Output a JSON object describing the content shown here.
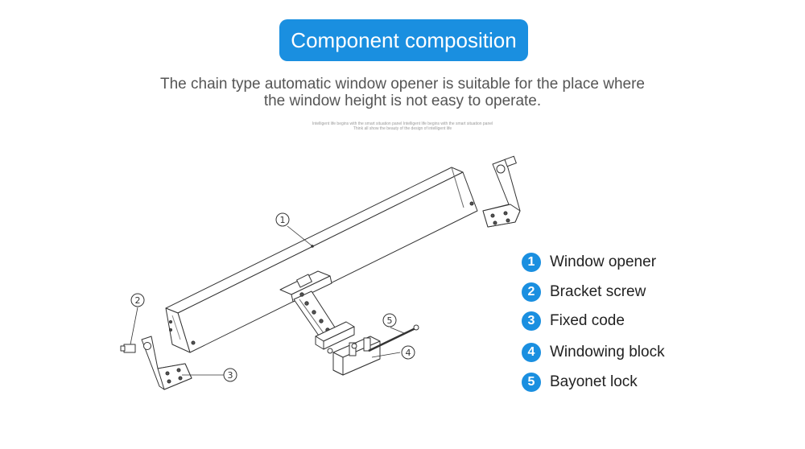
{
  "header": {
    "title": "Component composition",
    "subtitle_line1": "The chain type automatic window opener is suitable for the place where",
    "subtitle_line2": "the window height is not easy to operate.",
    "fine_line1": "Intelligent life begins with the smart situation panel Intelligent life begins with the smart situation panel",
    "fine_line2": "Think all show the beauty of the design of intelligent life"
  },
  "callouts": [
    "1",
    "2",
    "3",
    "4",
    "5"
  ],
  "legend": [
    {
      "num": "1",
      "label": "Window opener"
    },
    {
      "num": "2",
      "label": "Bracket screw"
    },
    {
      "num": "3",
      "label": "Fixed code"
    },
    {
      "num": "4",
      "label": "Windowing block"
    },
    {
      "num": "5",
      "label": "Bayonet lock"
    }
  ],
  "colors": {
    "accent": "#1a8fe0"
  }
}
